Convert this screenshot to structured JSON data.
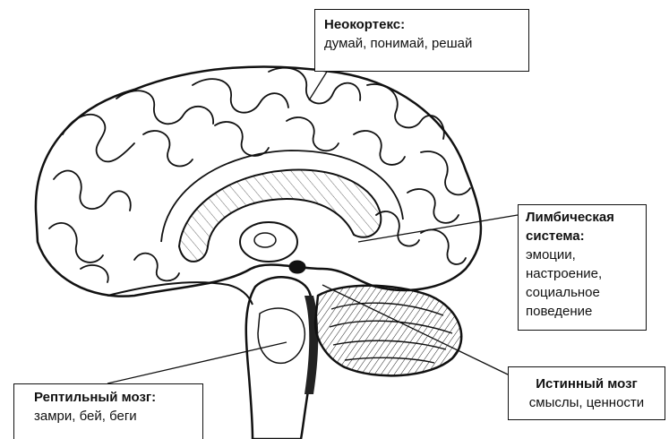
{
  "labels": {
    "neocortex": {
      "title": "Неокортекс:",
      "lines": [
        "думай, понимай, решай"
      ]
    },
    "limbic": {
      "title_lines": [
        "Лимбическая",
        "система:"
      ],
      "lines": [
        "эмоции,",
        "настроение,",
        "социальное",
        "поведение"
      ]
    },
    "true_brain": {
      "title": "Истинный мозг",
      "lines": [
        "смыслы, ценности"
      ]
    },
    "reptilian": {
      "title": "Рептильный мозг:",
      "lines": [
        "замри, бей, беги"
      ]
    }
  },
  "colors": {
    "ink": "#111111",
    "paper": "#ffffff",
    "shade": "#555555"
  },
  "illustration": "sagittal-brain-sketch"
}
